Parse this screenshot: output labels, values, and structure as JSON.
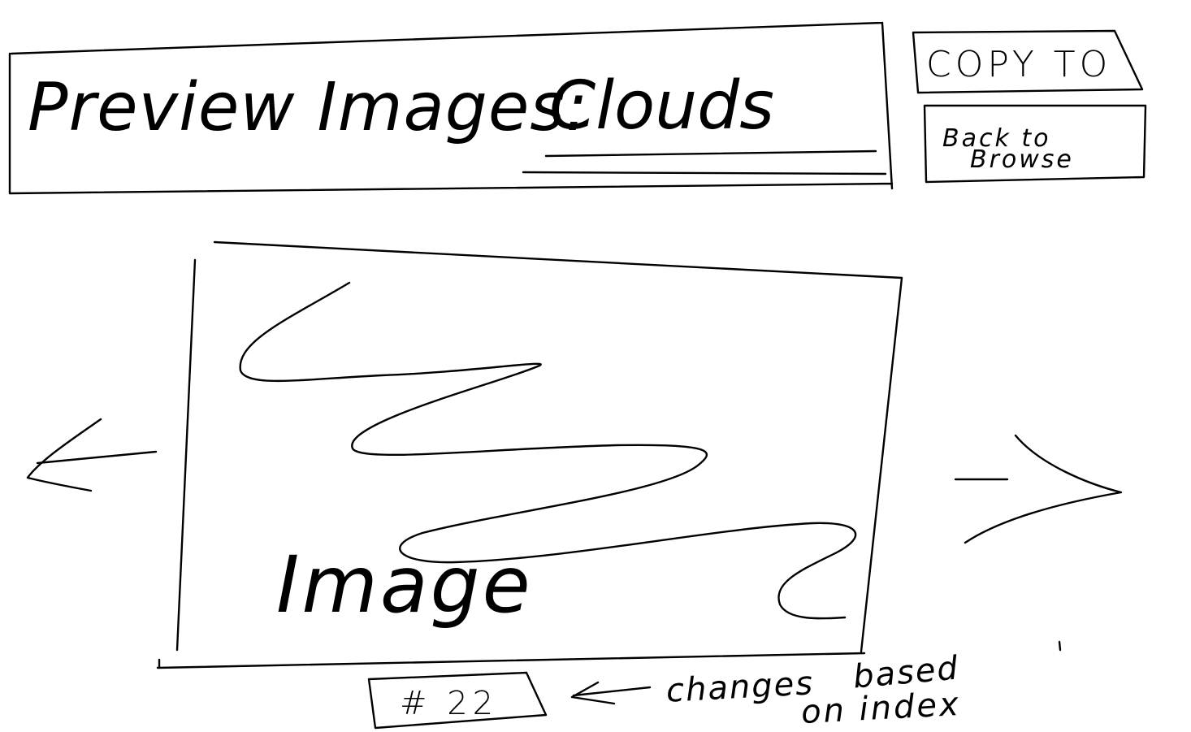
{
  "header": {
    "title_prefix": "Preview Images:",
    "collection_name": "Clouds"
  },
  "actions": {
    "copy_label": "COPY TO",
    "back_label_line1": "Back to",
    "back_label_line2": "Browse"
  },
  "preview": {
    "image_label": "Image",
    "prev_icon": "arrow-left-icon",
    "next_icon": "arrow-right-icon"
  },
  "index": {
    "label": "# 22"
  },
  "annotation": {
    "arrow_icon": "arrow-left-icon",
    "word1": "changes",
    "word2": "based",
    "line2": "on index"
  }
}
